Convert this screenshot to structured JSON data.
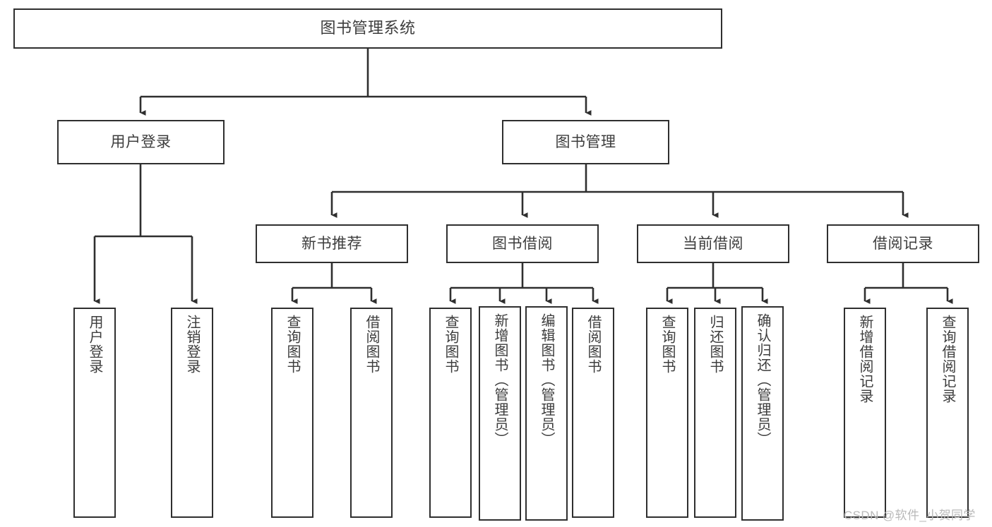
{
  "diagram": {
    "title": "图书管理系统",
    "type": "tree-hierarchy",
    "watermark": "CSDN @软件_小贺同学",
    "line_color": "#2f2f2f",
    "text_color": "#3d3d3d",
    "background_color": "#ffffff"
  },
  "nodes": {
    "root": {
      "label": "图书管理系统"
    },
    "level2": [
      {
        "label": "用户登录"
      },
      {
        "label": "图书管理"
      }
    ],
    "level3": [
      {
        "label": "新书推荐"
      },
      {
        "label": "图书借阅"
      },
      {
        "label": "当前借阅"
      },
      {
        "label": "借阅记录"
      }
    ],
    "leaves": {
      "user_login": [
        {
          "label": "用户登录"
        },
        {
          "label": "注销登录"
        }
      ],
      "new_book_recommend": [
        {
          "label": "查询图书"
        },
        {
          "label": "借阅图书"
        }
      ],
      "book_borrow": [
        {
          "label": "查询图书"
        },
        {
          "label": "新增图书（管理员）"
        },
        {
          "label": "编辑图书（管理员）"
        },
        {
          "label": "借阅图书"
        }
      ],
      "current_borrow": [
        {
          "label": "查询图书"
        },
        {
          "label": "归还图书"
        },
        {
          "label": "确认归还（管理员）"
        }
      ],
      "borrow_record": [
        {
          "label": "新增借阅记录"
        },
        {
          "label": "查询借阅记录"
        }
      ]
    }
  }
}
